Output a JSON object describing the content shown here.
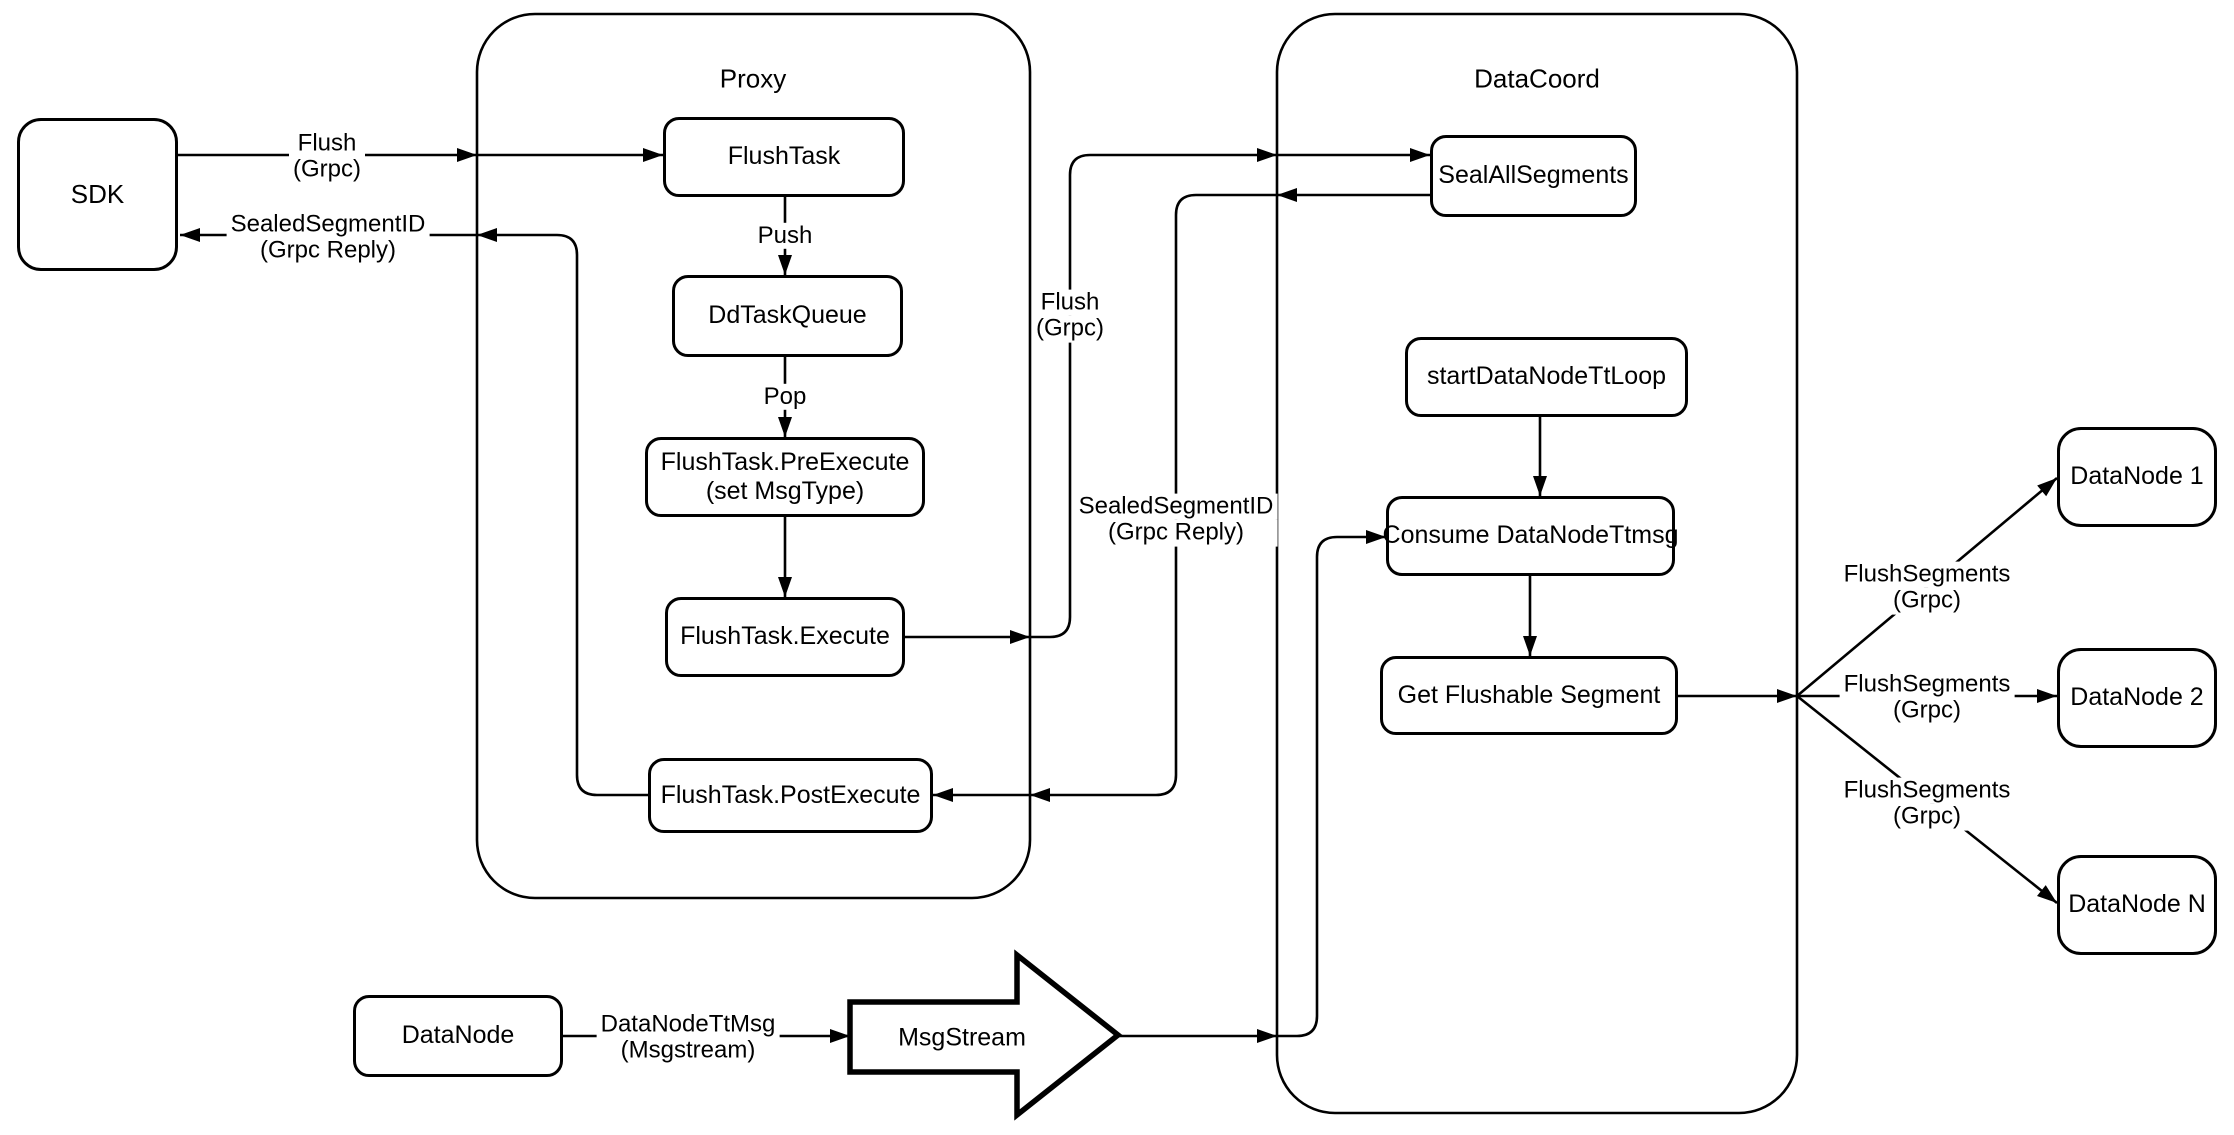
{
  "diagram": {
    "title_note": "Milvus-style flush control flow diagram",
    "colors": {
      "stroke": "#000000",
      "background": "#ffffff"
    },
    "containers": {
      "proxy": {
        "label": "Proxy"
      },
      "datacoord": {
        "label": "DataCoord"
      }
    },
    "nodes": {
      "sdk": {
        "label": "SDK"
      },
      "flush_task": {
        "label": "FlushTask"
      },
      "dd_task_queue": {
        "label": "DdTaskQueue"
      },
      "pre_execute": {
        "label": "FlushTask.PreExecute",
        "sublabel": "(set MsgType)"
      },
      "execute": {
        "label": "FlushTask.Execute"
      },
      "post_execute": {
        "label": "FlushTask.PostExecute"
      },
      "seal_all_segments": {
        "label": "SealAllSegments"
      },
      "start_datanode_tt_loop": {
        "label": "startDataNodeTtLoop"
      },
      "consume_datanode_ttmsg": {
        "label": "Consume DataNodeTtmsg"
      },
      "get_flushable_segment": {
        "label": "Get Flushable Segment"
      },
      "datanode": {
        "label": "DataNode"
      },
      "msgstream": {
        "label": "MsgStream"
      },
      "datanode_1": {
        "label": "DataNode 1"
      },
      "datanode_2": {
        "label": "DataNode 2"
      },
      "datanode_n": {
        "label": "DataNode N"
      }
    },
    "edge_labels": {
      "flush_sdk": {
        "label": "Flush",
        "sublabel": "(Grpc)"
      },
      "sealed_sdk": {
        "label": "SealedSegmentID",
        "sublabel": "(Grpc Reply)"
      },
      "push": {
        "label": "Push"
      },
      "pop": {
        "label": "Pop"
      },
      "flush_dc": {
        "label": "Flush",
        "sublabel": "(Grpc)"
      },
      "sealed_dc": {
        "label": "SealedSegmentID",
        "sublabel": "(Grpc Reply)"
      },
      "flush_segments_1": {
        "label": "FlushSegments",
        "sublabel": "(Grpc)"
      },
      "flush_segments_2": {
        "label": "FlushSegments",
        "sublabel": "(Grpc)"
      },
      "flush_segments_3": {
        "label": "FlushSegments",
        "sublabel": "(Grpc)"
      },
      "datanode_ttmsg": {
        "label": "DataNodeTtMsg",
        "sublabel": "(Msgstream)"
      }
    }
  }
}
